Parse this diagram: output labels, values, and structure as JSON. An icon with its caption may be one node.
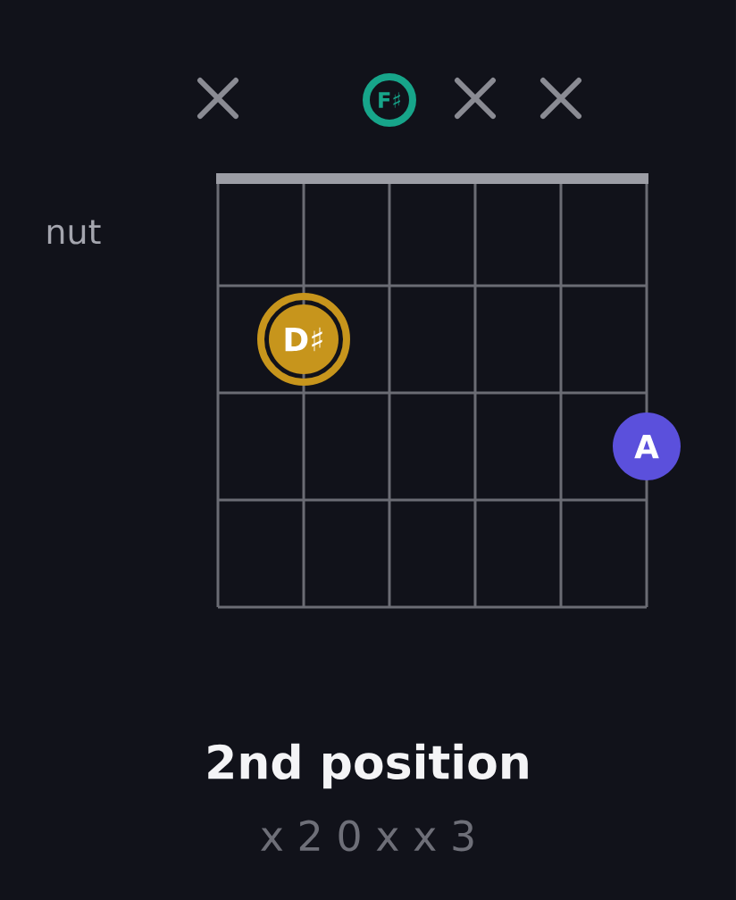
{
  "diagram": {
    "title": "2nd position",
    "nodes": [
      {
        "text": [
          "F♯"
        ]
      },
      {
        "text": [
          "D♯"
        ]
      },
      {
        "text": [
          "A"
        ]
      }
    ],
    "labels": [
      "nut",
      "x 2 0 x x 3"
    ]
  }
}
